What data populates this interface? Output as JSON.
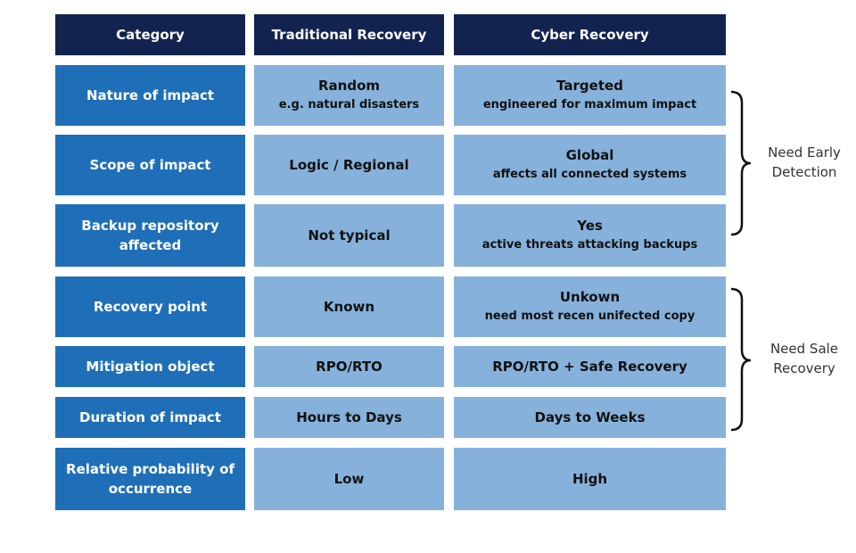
{
  "header": {
    "category": "Category",
    "traditional": "Traditional Recovery",
    "cyber": "Cyber Recovery"
  },
  "rows": [
    {
      "category": "Nature of impact",
      "traditional": {
        "main": "Random",
        "sub": "e.g. natural disasters"
      },
      "cyber": {
        "main": "Targeted",
        "sub": "engineered for maximum impact"
      }
    },
    {
      "category": "Scope of impact",
      "traditional": {
        "main": "Logic / Regional",
        "sub": ""
      },
      "cyber": {
        "main": "Global",
        "sub": "affects all connected systems"
      }
    },
    {
      "category": "Backup repository affected",
      "traditional": {
        "main": "Not typical",
        "sub": ""
      },
      "cyber": {
        "main": "Yes",
        "sub": "active threats attacking backups"
      }
    },
    {
      "category": "Recovery point",
      "traditional": {
        "main": "Known",
        "sub": ""
      },
      "cyber": {
        "main": "Unkown",
        "sub": "need most recen unifected copy"
      }
    },
    {
      "category": "Mitigation object",
      "traditional": {
        "main": "RPO/RTO",
        "sub": ""
      },
      "cyber": {
        "main": "RPO/RTO + Safe Recovery",
        "sub": ""
      }
    },
    {
      "category": "Duration of impact",
      "traditional": {
        "main": "Hours to Days",
        "sub": ""
      },
      "cyber": {
        "main": "Days to Weeks",
        "sub": ""
      }
    },
    {
      "category": "Relative probability of occurrence",
      "traditional": {
        "main": "Low",
        "sub": ""
      },
      "cyber": {
        "main": "High",
        "sub": ""
      }
    }
  ],
  "annotations": {
    "early_detection": {
      "line1": "Need Early",
      "line2": "Detection"
    },
    "safe_recovery": {
      "line1": "Need Sale",
      "line2": "Recovery"
    }
  },
  "colors": {
    "header": "#13234f",
    "category": "#1f6fb8",
    "value": "#86b1db"
  }
}
